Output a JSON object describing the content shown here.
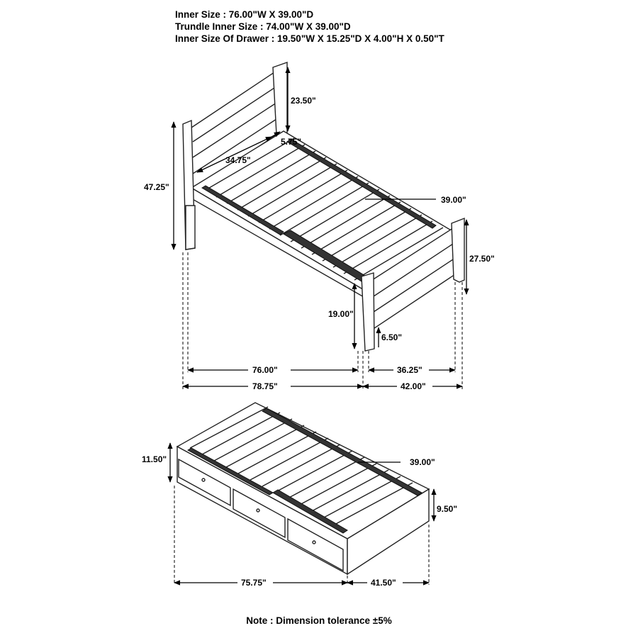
{
  "specs": {
    "inner_size": "Inner Size : 76.00\"W X 39.00\"D",
    "trundle_inner_size": "Trundle Inner Size : 74.00\"W X 39.00\"D",
    "drawer_inner_size": "Inner Size Of Drawer : 19.50\"W X 15.25\"D X 4.00\"H  X 0.50\"T"
  },
  "bed_dimensions": {
    "headboard_height_above_rail": "23.50\"",
    "post_offset": "5.75\"",
    "headboard_width": "34.75\"",
    "total_height": "47.25\"",
    "slat_width": "39.00\"",
    "footboard_height": "27.50\"",
    "rail_height": "19.00\"",
    "foot_clearance": "6.50\"",
    "inner_length": "76.00\"",
    "inner_width": "36.25\"",
    "overall_length": "78.75\"",
    "overall_width": "42.00\""
  },
  "trundle_dimensions": {
    "height": "11.50\"",
    "slat_width": "39.00\"",
    "side_height": "9.50\"",
    "length": "75.75\"",
    "width": "41.50\""
  },
  "note": "Note : Dimension tolerance ±5%"
}
